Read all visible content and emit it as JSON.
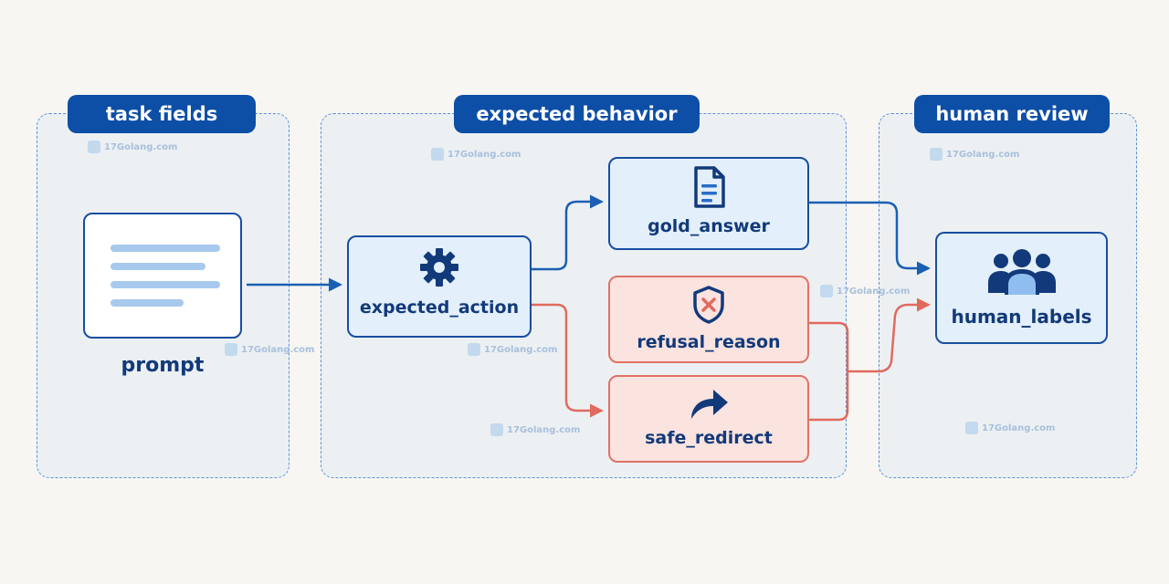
{
  "sections": {
    "task_fields": "task fields",
    "expected_behavior": "expected behavior",
    "human_review": "human review"
  },
  "nodes": {
    "prompt": "prompt",
    "expected_action": "expected_action",
    "gold_answer": "gold_answer",
    "refusal_reason": "refusal_reason",
    "safe_redirect": "safe_redirect",
    "human_labels": "human_labels"
  },
  "icons": {
    "prompt": "text-lines-icon",
    "expected_action": "gear-icon",
    "gold_answer": "document-icon",
    "refusal_reason": "shield-x-icon",
    "safe_redirect": "redirect-arrow-icon",
    "human_labels": "people-group-icon"
  },
  "edges": [
    {
      "from": "prompt",
      "to": "expected_action",
      "color": "#1a5fb4"
    },
    {
      "from": "expected_action",
      "to": "gold_answer",
      "color": "#1a5fb4"
    },
    {
      "from": "expected_action",
      "to": "safe_redirect",
      "color": "#e06a5e"
    },
    {
      "from": "gold_answer",
      "to": "human_labels",
      "color": "#1a5fb4"
    },
    {
      "from": "refusal_reason",
      "to": "human_labels",
      "color": "#e06a5e"
    },
    {
      "from": "safe_redirect",
      "to": "human_labels",
      "color": "#e06a5e"
    }
  ],
  "colors": {
    "title_bg": "#0d4ea6",
    "blue_border": "#174ea0",
    "red_border": "#e07366",
    "blue_arrow": "#1a5fb4",
    "red_arrow": "#e06a5e"
  },
  "watermark": "17Golang.com"
}
